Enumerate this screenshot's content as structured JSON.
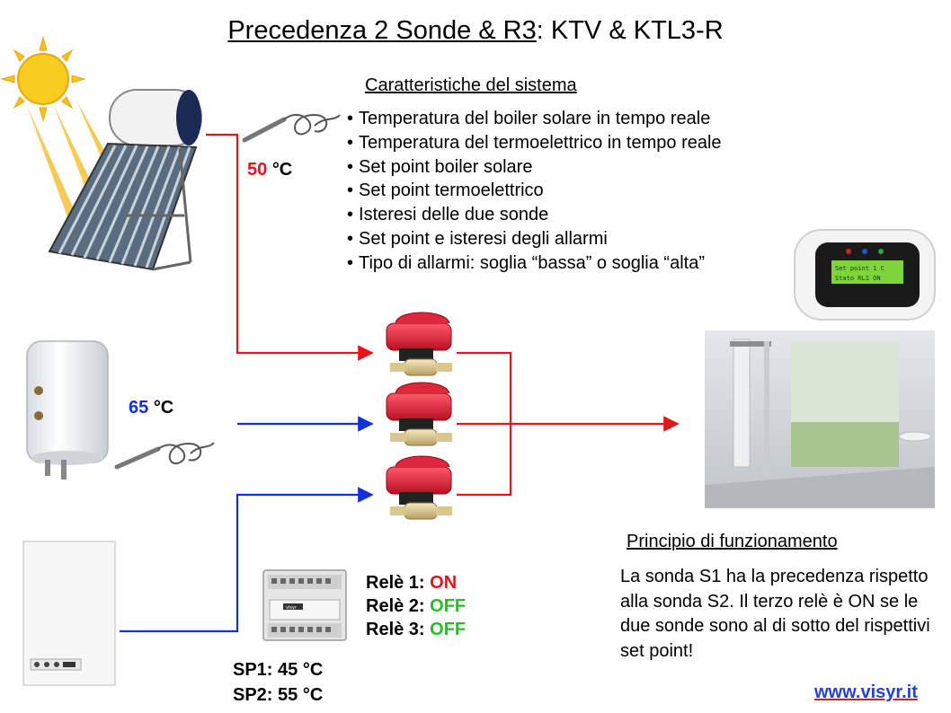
{
  "title": {
    "main": "Precedenza 2 Sonde & R3",
    "suffix": ": KTV & KTL3-R"
  },
  "features": {
    "heading": "Caratteristiche del sistema",
    "items": [
      "Temperatura del boiler solare in tempo reale",
      "Temperatura del termoelettrico in tempo reale",
      "Set point boiler solare",
      "Set point termoelettrico",
      "Isteresi delle due sonde",
      "Set point e isteresi degli allarmi",
      "Tipo di allarmi: soglia “bassa” o soglia “alta”"
    ]
  },
  "temperatures": {
    "solar": {
      "value": "50",
      "unit": "°C"
    },
    "electric": {
      "value": "65",
      "unit": "°C"
    }
  },
  "relays": [
    {
      "label": "Relè 1:",
      "state": "ON"
    },
    {
      "label": "Relè 2:",
      "state": "OFF"
    },
    {
      "label": "Relè 3:",
      "state": "OFF"
    }
  ],
  "setpoints": [
    {
      "label": "SP1:",
      "value": "45 °C"
    },
    {
      "label": "SP2:",
      "value": "55 °C"
    }
  ],
  "principle": {
    "heading": "Principio di funzionamento",
    "text": "La sonda S1 ha la precedenza rispetto alla sonda S2. Il terzo relè è ON se le due sonde sono al di sotto del rispettivi set point!"
  },
  "display": {
    "line1": "Set point 1 C",
    "line2": "Stato RL1  ON"
  },
  "controller": {
    "brand": "visyr"
  },
  "website": "www.visyr.it",
  "colors": {
    "hot_line": "#e8141b",
    "cold_line": "#1430d8",
    "on_state": "#e8141b",
    "off_state": "#22c022",
    "temp_red": "#e8141b",
    "temp_blue": "#1430d8",
    "link": "#2244cc"
  }
}
